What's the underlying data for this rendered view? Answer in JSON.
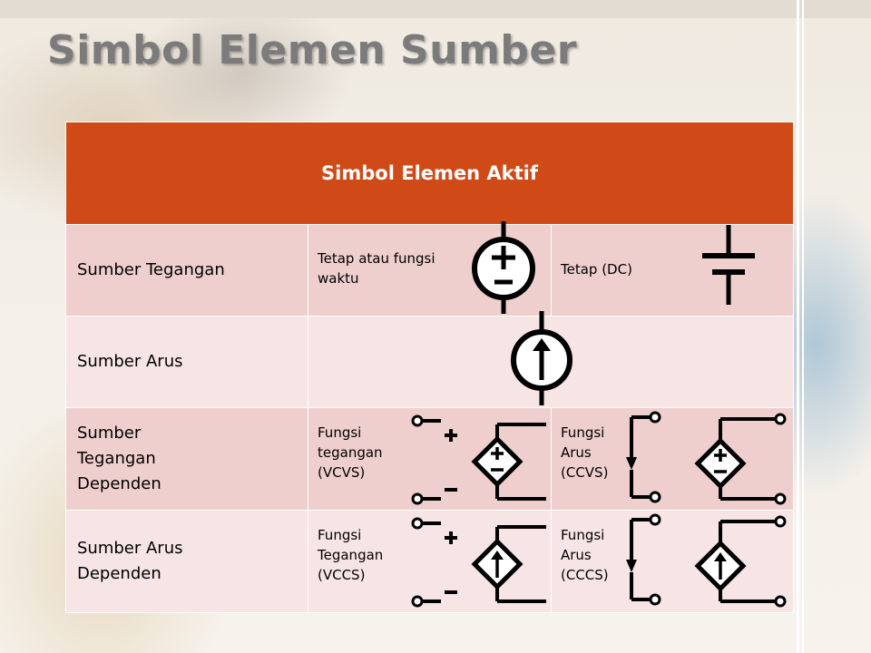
{
  "slide": {
    "title": "Simbol Elemen Sumber"
  },
  "table": {
    "header": "Simbol Elemen Aktif",
    "rows": [
      {
        "label": "Sumber Tegangan",
        "col1_text": "Tetap atau fungsi waktu",
        "col2_text": "Tetap (DC)"
      },
      {
        "label": "Sumber Arus"
      },
      {
        "label": "Sumber Tegangan Dependen",
        "col1_text": "Fungsi tegangan (VCVS)",
        "col2_text": "Fungsi Arus (CCVS)"
      },
      {
        "label": "Sumber Arus Dependen",
        "col1_text": "Fungsi Tegangan (VCCS)",
        "col2_text": "Fungsi Arus (CCCS)"
      }
    ]
  },
  "colors": {
    "header_bg": "#d04a18",
    "row_dark": "#eecfcd",
    "row_light": "#f6e5e4"
  },
  "icons": {
    "ac_source": "voltage-source-icon",
    "battery": "battery-icon",
    "current_source": "current-source-icon",
    "vcvs": "dependent-voltage-source-icon",
    "ccvs": "dependent-voltage-source-icon",
    "vccs": "dependent-current-source-icon",
    "cccs": "dependent-current-source-icon"
  }
}
